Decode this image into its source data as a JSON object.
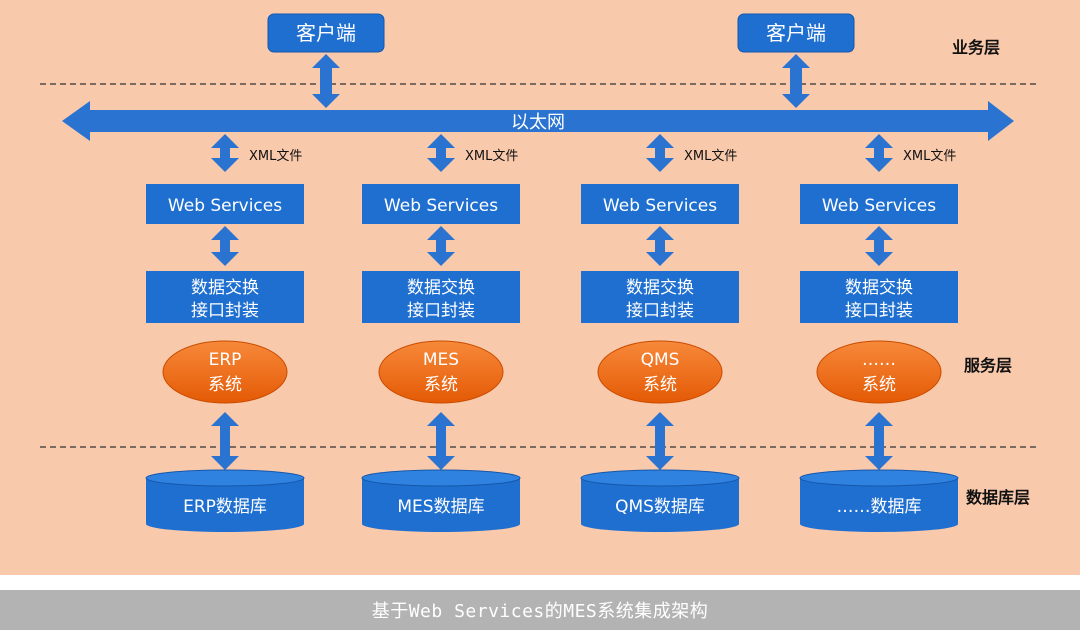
{
  "colors": {
    "background": "#f9c9ac",
    "box_blue": "#1f6fd1",
    "arrow_blue": "#2a73d0",
    "ellipse_orange": "#f06c10",
    "caption_bar": "#b3b3b3"
  },
  "layers": {
    "business": "业务层",
    "service": "服务层",
    "database": "数据库层"
  },
  "clients": [
    "客户端",
    "客户端"
  ],
  "ethernet_label": "以太网",
  "columns": [
    {
      "xml_label": "XML文件",
      "ws_label": "Web Services",
      "exchange_line1": "数据交换",
      "exchange_line2": "接口封装",
      "system_line1": "ERP",
      "system_line2": "系统",
      "db_label": "ERP数据库"
    },
    {
      "xml_label": "XML文件",
      "ws_label": "Web Services",
      "exchange_line1": "数据交换",
      "exchange_line2": "接口封装",
      "system_line1": "MES",
      "system_line2": "系统",
      "db_label": "MES数据库"
    },
    {
      "xml_label": "XML文件",
      "ws_label": "Web Services",
      "exchange_line1": "数据交换",
      "exchange_line2": "接口封装",
      "system_line1": "QMS",
      "system_line2": "系统",
      "db_label": "QMS数据库"
    },
    {
      "xml_label": "XML文件",
      "ws_label": "Web Services",
      "exchange_line1": "数据交换",
      "exchange_line2": "接口封装",
      "system_line1": "……",
      "system_line2": "系统",
      "db_label": "……数据库"
    }
  ],
  "caption": "基于Web Services的MES系统集成架构"
}
